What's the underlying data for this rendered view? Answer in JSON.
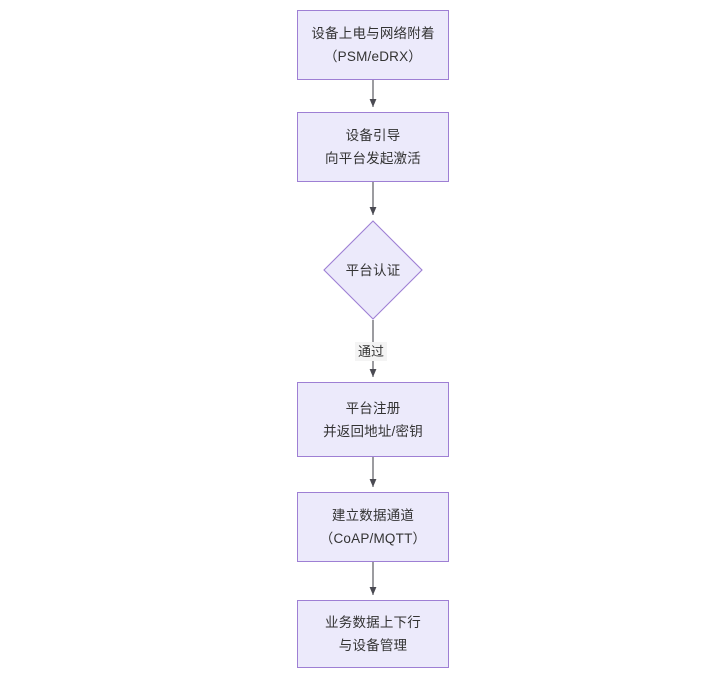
{
  "diagram": {
    "type": "flowchart",
    "orientation": "top-to-bottom",
    "background_color": "#FFFFFF",
    "node_fill_color": "#ECEAFB",
    "node_border_color": "#9E7FD4",
    "node_text_color": "#333333",
    "edge_color": "#4A4A52",
    "nodes": [
      {
        "id": "n1",
        "shape": "rect",
        "lines": [
          "设备上电与网络附着",
          "（PSM/eDRX）"
        ]
      },
      {
        "id": "n2",
        "shape": "rect",
        "lines": [
          "设备引导",
          "向平台发起激活"
        ]
      },
      {
        "id": "n3",
        "shape": "diamond",
        "lines": [
          "平台认证"
        ]
      },
      {
        "id": "n4",
        "shape": "rect",
        "lines": [
          "平台注册",
          "并返回地址/密钥"
        ]
      },
      {
        "id": "n5",
        "shape": "rect",
        "lines": [
          "建立数据通道",
          "（CoAP/MQTT）"
        ]
      },
      {
        "id": "n6",
        "shape": "rect",
        "lines": [
          "业务数据上下行",
          "与设备管理"
        ]
      }
    ],
    "edges": [
      {
        "from": "n1",
        "to": "n2",
        "label": ""
      },
      {
        "from": "n2",
        "to": "n3",
        "label": ""
      },
      {
        "from": "n3",
        "to": "n4",
        "label": "通过"
      },
      {
        "from": "n4",
        "to": "n5",
        "label": ""
      },
      {
        "from": "n5",
        "to": "n6",
        "label": ""
      }
    ]
  }
}
